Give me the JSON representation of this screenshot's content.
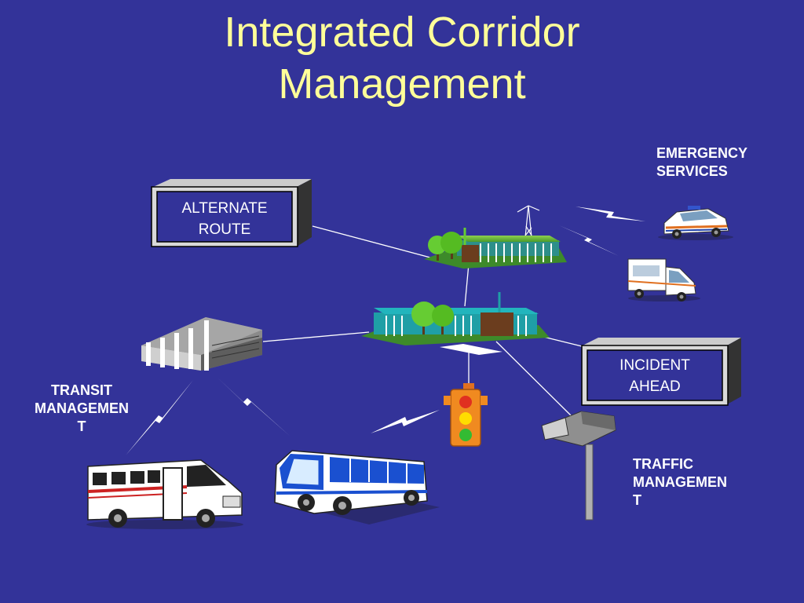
{
  "title": {
    "line1": "Integrated Corridor",
    "line2": "Management"
  },
  "labels": {
    "emergency_line1": "EMERGENCY",
    "emergency_line2": "SERVICES",
    "transit_line1": "TRANSIT",
    "transit_line2": "MANAGEMEN",
    "transit_line3": "T",
    "traffic_line1": "TRAFFIC",
    "traffic_line2": "MANAGEMEN",
    "traffic_line3": "T"
  },
  "signs": {
    "alternate_line1": "ALTERNATE",
    "alternate_line2": "ROUTE",
    "incident_line1": "INCIDENT",
    "incident_line2": "AHEAD"
  },
  "colors": {
    "background": "#333399",
    "title": "#ffff99",
    "label": "#ffffff",
    "link": "#ffffff"
  },
  "icons": [
    "antenna-tower-icon",
    "building-icon",
    "tree-icon",
    "police-car-icon",
    "ambulance-icon",
    "transit-building-icon",
    "traffic-signal-icon",
    "traffic-camera-icon",
    "shuttle-bus-icon",
    "coach-bus-icon",
    "lightning-bolt-icon"
  ]
}
